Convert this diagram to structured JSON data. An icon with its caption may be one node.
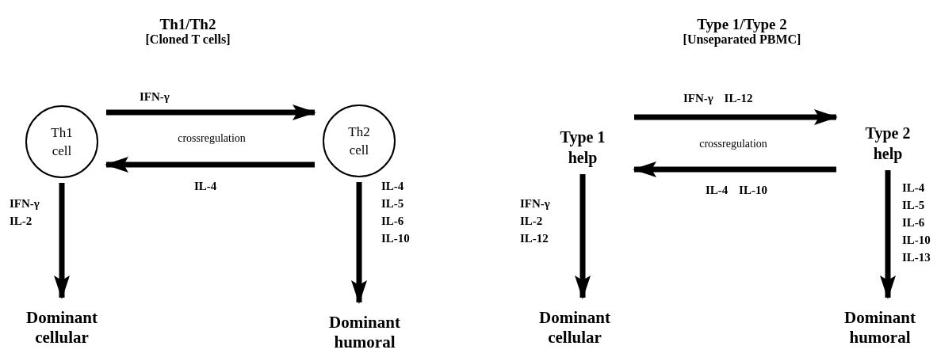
{
  "diagram": {
    "nodes": [
      {
        "text": [
          "Th1 cell"
        ]
      },
      {
        "text": [
          "Th2 cell"
        ]
      },
      {
        "text": [
          "Dominant cellular"
        ]
      },
      {
        "text": [
          "Dominant humoral"
        ]
      },
      {
        "text": [
          "Type 1 help"
        ]
      },
      {
        "text": [
          "Type 2 help"
        ]
      },
      {
        "text": [
          "Dominant cellular"
        ]
      },
      {
        "text": [
          "Dominant humoral"
        ]
      }
    ],
    "edges": [
      {
        "from": 0,
        "to": 1,
        "arrow": "to",
        "label": "IFN-γ"
      },
      {
        "from": 1,
        "to": 0,
        "arrow": "to",
        "label": "IL-4"
      },
      {
        "from": 0,
        "to": 2,
        "arrow": "to",
        "label": "IFN-γ IL-2"
      },
      {
        "from": 1,
        "to": 3,
        "arrow": "to",
        "label": "IL-4 IL-5 IL-6 IL-10"
      },
      {
        "from": 4,
        "to": 5,
        "arrow": "to",
        "label": "IFN-γ IL-12"
      },
      {
        "from": 5,
        "to": 4,
        "arrow": "to",
        "label": "IL-4 IL-10"
      },
      {
        "from": 4,
        "to": 6,
        "arrow": "to",
        "label": "IFN-γ IL-2 IL-12"
      },
      {
        "from": 5,
        "to": 7,
        "arrow": "to",
        "label": "IL-4 IL-5 IL-6 IL-10 IL-13"
      }
    ],
    "labels": [
      "Th1/Th2",
      "[Cloned T cells]",
      "crossregulation",
      "Type 1/Type 2",
      "[Unseparated PBMC]",
      "crossregulation"
    ]
  }
}
